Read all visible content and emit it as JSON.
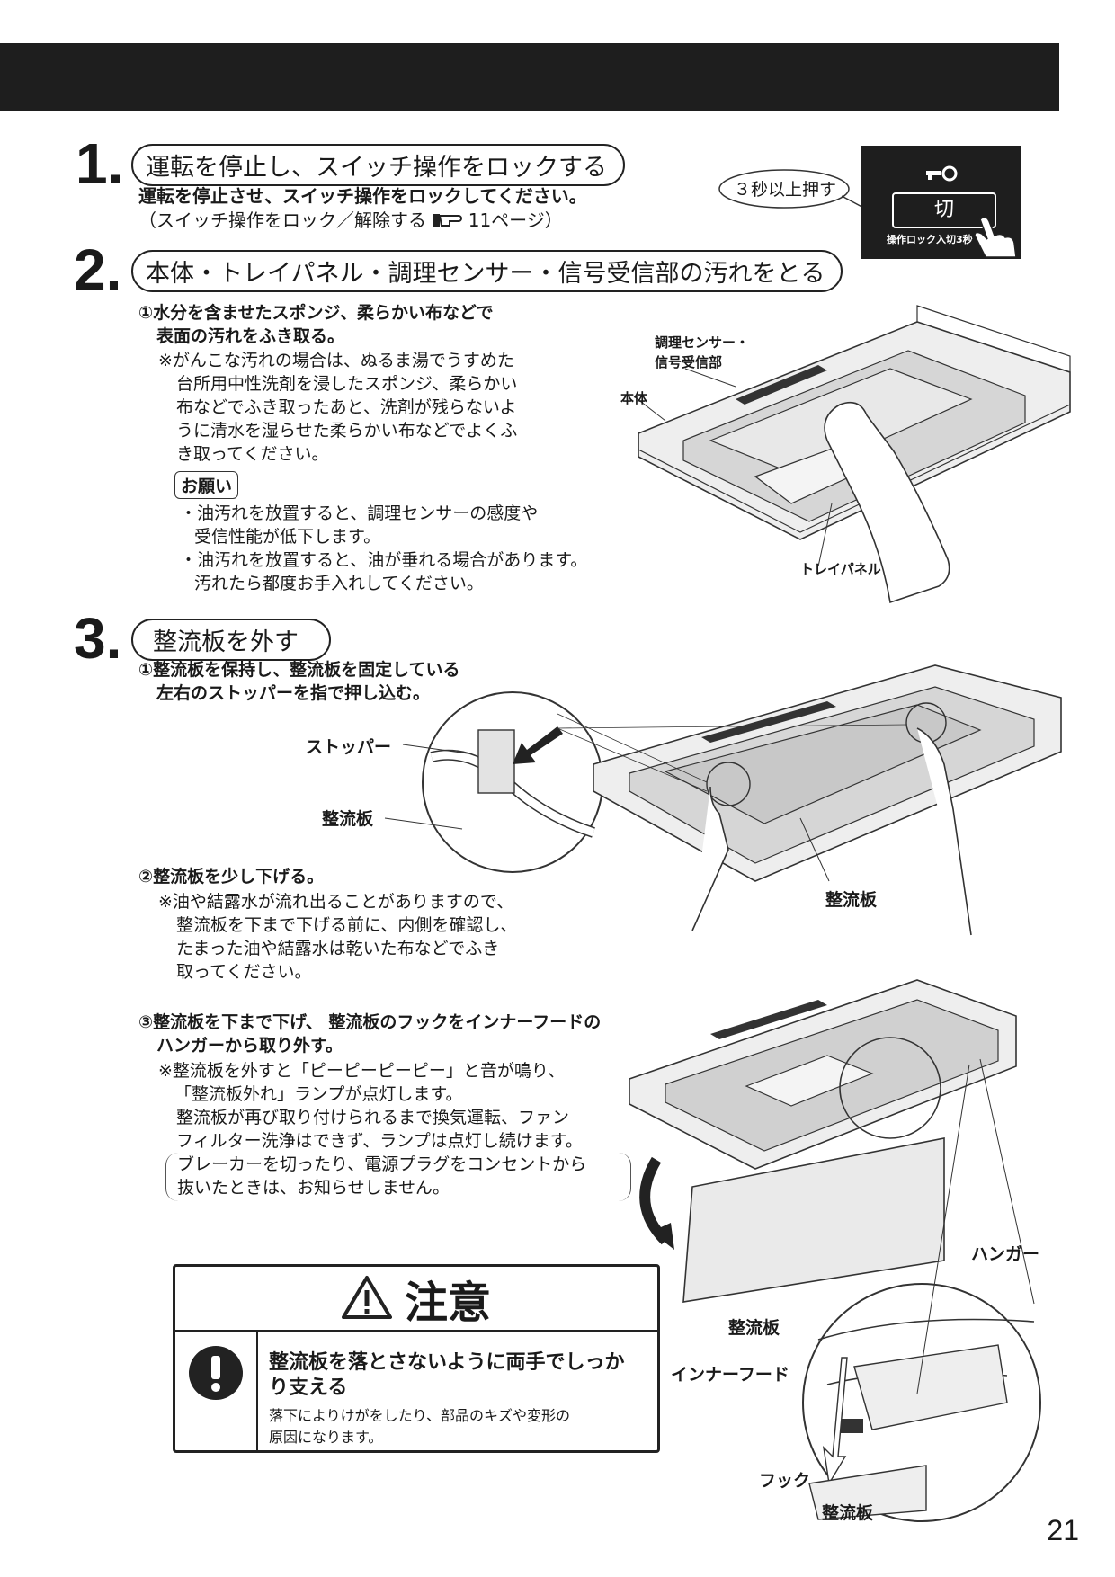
{
  "step1": {
    "number": "1.",
    "title": "運転を停止し、スイッチ操作をロックする",
    "line1": "運転を停止させ、スイッチ操作をロックしてください。",
    "line2": "（スイッチ操作をロック／解除する",
    "line2_ref": "11ページ）",
    "panel_callout": "３秒以上押す",
    "panel_button": "切",
    "panel_caption": "操作ロック入切3秒"
  },
  "step2": {
    "number": "2.",
    "title": "本体・トレイパネル・調理センサー・信号受信部の汚れをとる",
    "instr1": "①水分を含ませたスポンジ、柔らかい布などで",
    "instr2": "表面の汚れをふき取る。",
    "note": [
      "※がんこな汚れの場合は、ぬるま湯でうすめた",
      "台所用中性洗剤を浸したスポンジ、柔らかい",
      "布などでふき取ったあと、洗剤が残らないよ",
      "うに清水を湿らせた柔らかい布などでよくふ",
      "き取ってください。"
    ],
    "request_label": "お願い",
    "request_items": [
      "・油汚れを放置すると、調理センサーの感度や",
      "受信性能が低下します。",
      "・油汚れを放置すると、油が垂れる場合があります。",
      "汚れたら都度お手入れしてください。"
    ],
    "fig_labels": {
      "sensor1": "調理センサー・",
      "sensor2": "信号受信部",
      "body": "本体",
      "tray": "トレイパネル"
    }
  },
  "step3": {
    "number": "3.",
    "title": "整流板を外す",
    "sub1_a": "①整流板を保持し、整流板を固定している",
    "sub1_b": "左右のストッパーを指で押し込む。",
    "stopper": "ストッパー",
    "baffle": "整流板",
    "sub2": "②整流板を少し下げる。",
    "sub2_note": [
      "※油や結露水が流れ出ることがありますので、",
      "整流板を下まで下げる前に、内側を確認し、",
      "たまった油や結露水は乾いた布などでふき",
      "取ってください。"
    ],
    "sub3_a": "③整流板を下まで下げ、 整流板のフックをインナーフードの",
    "sub3_b": "ハンガーから取り外す。",
    "sub3_note": [
      "※整流板を外すと「ピーピーピーピー」と音が鳴り、",
      "「整流板外れ」ランプが点灯します。",
      "整流板が再び取り付けられるまで換気運転、ファン",
      "フィルター洗浄はできず、ランプは点灯し続けます。"
    ],
    "sub3_paren": [
      "ブレーカーを切ったり、電源プラグをコンセントから",
      "抜いたときは、お知らせしません。"
    ],
    "fig3_labels": {
      "hanger": "ハンガー",
      "baffle": "整流板",
      "inner_hood": "インナーフード",
      "hook": "フック",
      "baffle2": "整流板"
    }
  },
  "caution": {
    "title": "注意",
    "heading1": "整流板を落とさないように両手でしっか",
    "heading2": "り支える",
    "body1": "落下によりけがをしたり、部品のキズや変形の",
    "body2": "原因になります。"
  },
  "page_number": "21"
}
